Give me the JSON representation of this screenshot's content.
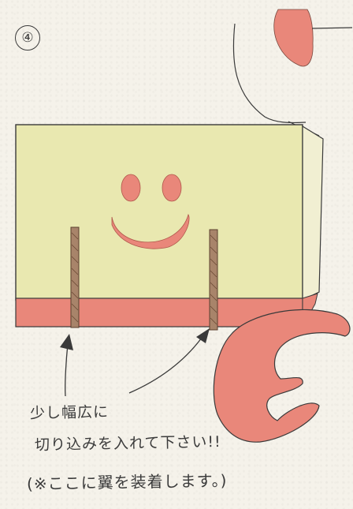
{
  "step": {
    "label": "④"
  },
  "note": {
    "line1": "少し幅広に",
    "line2": "切り込みを入れて下さい!!",
    "line3": "(※ここに翼を装着します。)"
  },
  "colors": {
    "background": "#f5f2ea",
    "body_panel": "#e9e8b0",
    "salmon": "#e9877a",
    "rod": "#a8846a",
    "outline": "#3a3a3a"
  }
}
